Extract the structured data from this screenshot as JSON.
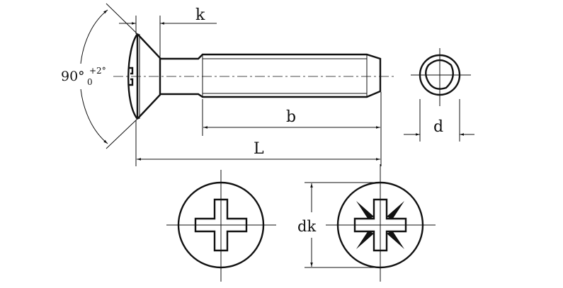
{
  "title": "Cross recessed countersunk oval head screw",
  "labels": {
    "k": "k",
    "b": "b",
    "L": "L",
    "d": "d",
    "dk": "dk",
    "angle": "90°",
    "angle_tol_upper": "+2°",
    "angle_tol_lower": "0"
  },
  "colors": {
    "line": "#111111",
    "background": "#ffffff"
  }
}
